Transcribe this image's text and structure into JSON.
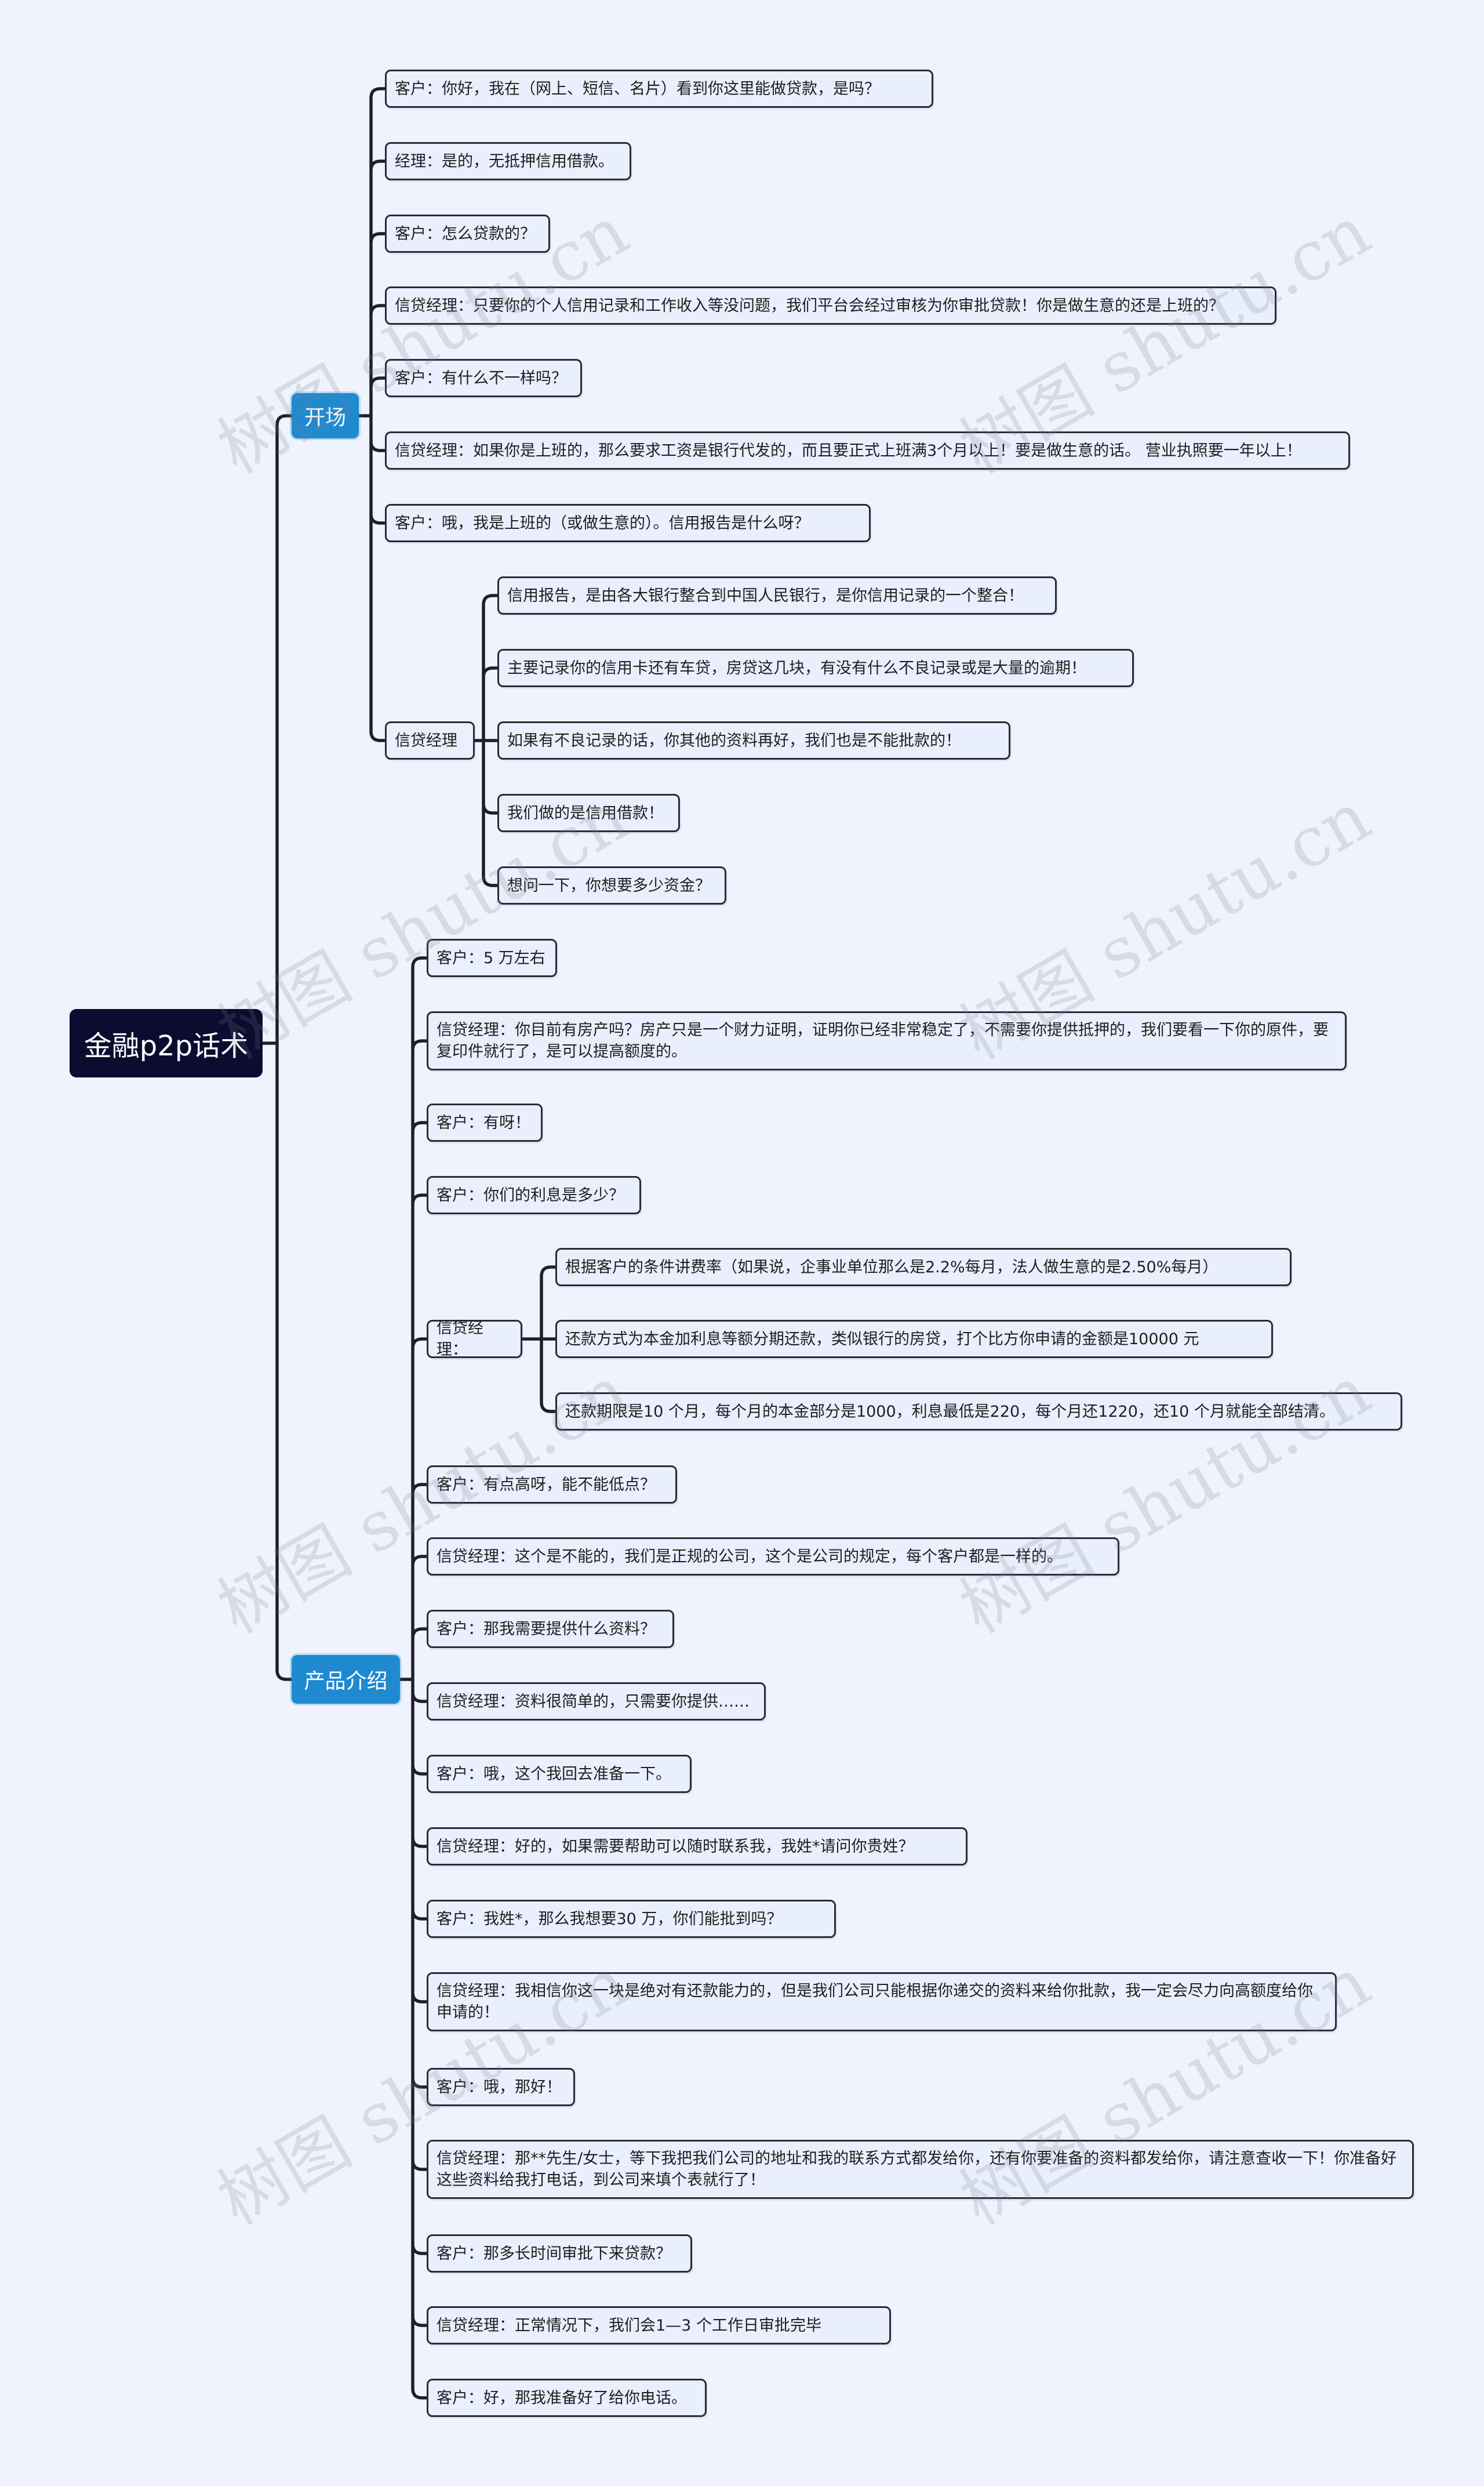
{
  "root": {
    "label": "金融p2p话术"
  },
  "watermark": "树图 shutu.cn",
  "branches": [
    {
      "label": "开场",
      "children": [
        {
          "label": "客户：你好，我在（网上、短信、名片）看到你这里能做贷款，是吗？"
        },
        {
          "label": "经理：是的，无抵押信用借款。"
        },
        {
          "label": "客户：怎么贷款的？"
        },
        {
          "label": "信贷经理：只要你的个人信用记录和工作收入等没问题，我们平台会经过审核为你审批贷款！你是做生意的还是上班的？"
        },
        {
          "label": "客户：有什么不一样吗？"
        },
        {
          "label": "信贷经理：如果你是上班的，那么要求工资是银行代发的，而且要正式上班满3个月以上！要是做生意的话。 营业执照要一年以上！"
        },
        {
          "label": "客户：哦，我是上班的（或做生意的）。信用报告是什么呀？"
        },
        {
          "label": "信贷经理",
          "children": [
            {
              "label": "信用报告，是由各大银行整合到中国人民银行，是你信用记录的一个整合！"
            },
            {
              "label": "主要记录你的信用卡还有车贷，房贷这几块，有没有什么不良记录或是大量的逾期！"
            },
            {
              "label": "如果有不良记录的话，你其他的资料再好，我们也是不能批款的！"
            },
            {
              "label": "我们做的是信用借款！"
            },
            {
              "label": "想问一下，你想要多少资金？"
            }
          ]
        }
      ]
    },
    {
      "label": "产品介绍",
      "children": [
        {
          "label": "客户：5 万左右"
        },
        {
          "label": "信贷经理：你目前有房产吗？房产只是一个财力证明，证明你已经非常稳定了，不需要你提供抵押的，我们要看一下你的原件，要复印件就行了，是可以提高额度的。"
        },
        {
          "label": "客户：有呀！"
        },
        {
          "label": "客户：你们的利息是多少？"
        },
        {
          "label": "信贷经理：",
          "children": [
            {
              "label": "根据客户的条件讲费率（如果说，企事业单位那么是2.2%每月，法人做生意的是2.50%每月）"
            },
            {
              "label": "还款方式为本金加利息等额分期还款，类似银行的房贷，打个比方你申请的金额是10000 元"
            },
            {
              "label": "还款期限是10 个月，每个月的本金部分是1000，利息最低是220，每个月还1220，还10 个月就能全部结清。"
            }
          ]
        },
        {
          "label": "客户：有点高呀，能不能低点？"
        },
        {
          "label": "信贷经理：这个是不能的，我们是正规的公司，这个是公司的规定，每个客户都是一样的。"
        },
        {
          "label": "客户：那我需要提供什么资料？"
        },
        {
          "label": "信贷经理：资料很简单的，只需要你提供……"
        },
        {
          "label": "客户：哦，这个我回去准备一下。"
        },
        {
          "label": "信贷经理：好的，如果需要帮助可以随时联系我，我姓*请问你贵姓？"
        },
        {
          "label": "客户：我姓*，那么我想要30 万，你们能批到吗？"
        },
        {
          "label": "信贷经理：我相信你这一块是绝对有还款能力的，但是我们公司只能根据你递交的资料来给你批款，我一定会尽力向高额度给你申请的！"
        },
        {
          "label": "客户：哦，那好！"
        },
        {
          "label": "信贷经理：那**先生/女士，等下我把我们公司的地址和我的联系方式都发给你，还有你要准备的资料都发给你，请注意查收一下！你准备好这些资料给我打电话，到公司来填个表就行了！"
        },
        {
          "label": "客户：那多长时间审批下来贷款？"
        },
        {
          "label": "信贷经理：正常情况下，我们会1—3 个工作日审批完毕"
        },
        {
          "label": "客户：好，那我准备好了给你电话。"
        }
      ]
    }
  ]
}
